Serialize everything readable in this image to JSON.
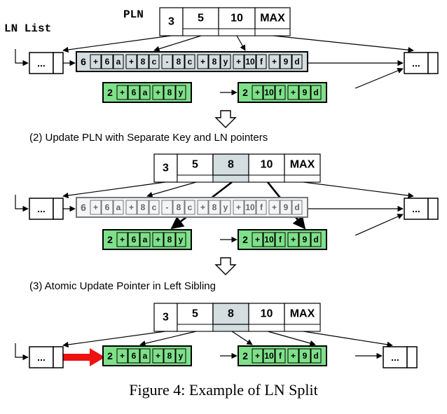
{
  "colors": {
    "green": "#7fe08a",
    "gray": "#d4dde0",
    "faded_gray": "#f3f6f7",
    "faded_stroke": "#777777",
    "red_arrow": "#ee1111"
  },
  "labels": {
    "pln": "PLN",
    "ln_list": "LN List",
    "step2": "(2) Update PLN with Separate Key and LN pointers",
    "step3": "(3) Atomic Update Pointer in Left Sibling",
    "caption": "Figure 4: Example of LN Split",
    "ellipsis": "..."
  },
  "pln1": [
    "3",
    "5",
    "10",
    "MAX"
  ],
  "pln2": [
    "3",
    "5",
    "8",
    "10",
    "MAX"
  ],
  "orig_node": {
    "count": "6",
    "entries": [
      [
        "+",
        "6",
        "a"
      ],
      [
        "+",
        "8",
        "c"
      ],
      [
        "-",
        "8",
        "c"
      ],
      [
        "+",
        "8",
        "y"
      ],
      [
        "+",
        "10",
        "f"
      ],
      [
        "+",
        "9",
        "d"
      ]
    ]
  },
  "left_node": {
    "count": "2",
    "entries": [
      [
        "+",
        "6",
        "a"
      ],
      [
        "+",
        "8",
        "y"
      ]
    ]
  },
  "right_node": {
    "count": "2",
    "entries": [
      [
        "+",
        "10",
        "f"
      ],
      [
        "+",
        "9",
        "d"
      ]
    ]
  }
}
